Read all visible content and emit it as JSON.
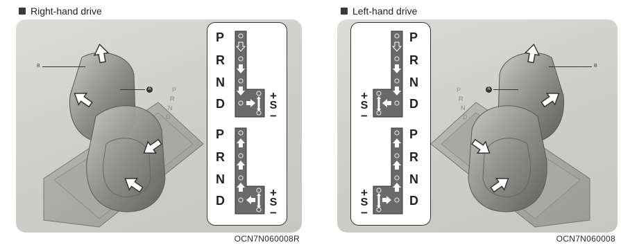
{
  "right_hand": {
    "title": "Right-hand drive",
    "code": "OCN7N060008R",
    "label_a": "A",
    "label_b": "B",
    "gates": [
      {
        "letters": [
          "P",
          "R",
          "N",
          "D"
        ],
        "plus": "+",
        "s": "S",
        "minus": "−"
      },
      {
        "letters": [
          "P",
          "R",
          "N",
          "D"
        ],
        "plus": "+",
        "s": "S",
        "minus": "−"
      }
    ]
  },
  "left_hand": {
    "title": "Left-hand drive",
    "code": "OCN7N060008",
    "label_a": "A",
    "label_b": "B",
    "gates": [
      {
        "letters": [
          "P",
          "R",
          "N",
          "D"
        ],
        "plus": "+",
        "s": "S",
        "minus": "−"
      },
      {
        "letters": [
          "P",
          "R",
          "N",
          "D"
        ],
        "plus": "+",
        "s": "S",
        "minus": "−"
      }
    ]
  }
}
